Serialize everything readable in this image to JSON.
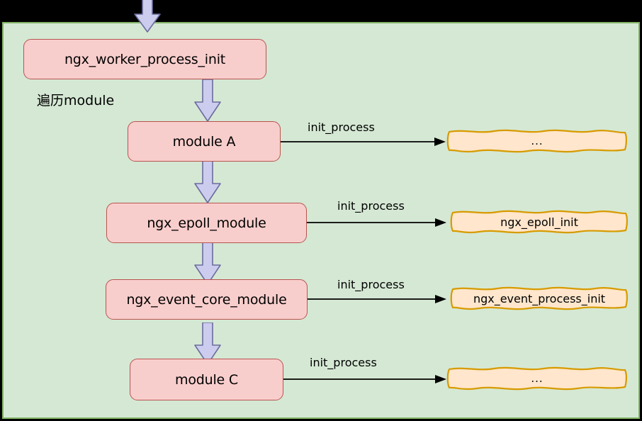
{
  "diagram": {
    "title": "nginx worker process module init_process flow",
    "colors": {
      "background": "#000000",
      "panel_fill": "#d5e8d4",
      "panel_border": "#82b366",
      "process_fill": "#f8cecc",
      "process_border": "#b85450",
      "callback_fill": "#ffe6cc",
      "callback_border": "#d79b00",
      "block_arrow_fill": "#ccccee",
      "block_arrow_border": "#6c6c9e",
      "connector": "#000000",
      "text": "#000000"
    },
    "note": {
      "iterate_modules": "遍历module"
    },
    "nodes": [
      {
        "id": "worker_init",
        "label": "ngx_worker_process_init",
        "kind": "process"
      },
      {
        "id": "module_a",
        "label": "module A",
        "kind": "process"
      },
      {
        "id": "epoll_module",
        "label": "ngx_epoll_module",
        "kind": "process"
      },
      {
        "id": "event_core_module",
        "label": "ngx_event_core_module",
        "kind": "process"
      },
      {
        "id": "module_c",
        "label": "module C",
        "kind": "process"
      },
      {
        "id": "cb_a",
        "label": "...",
        "kind": "callback"
      },
      {
        "id": "cb_epoll",
        "label": "ngx_epoll_init",
        "kind": "callback"
      },
      {
        "id": "cb_event",
        "label": "ngx_event_process_init",
        "kind": "callback"
      },
      {
        "id": "cb_c",
        "label": "...",
        "kind": "callback"
      }
    ],
    "edges": [
      {
        "id": "e_entry",
        "from": "entry",
        "to": "worker_init",
        "label": "",
        "style": "block-arrow-down"
      },
      {
        "id": "e_w_a",
        "from": "worker_init",
        "to": "module_a",
        "label": "",
        "style": "block-arrow-down"
      },
      {
        "id": "e_a_e",
        "from": "module_a",
        "to": "epoll_module",
        "label": "",
        "style": "block-arrow-down"
      },
      {
        "id": "e_e_c",
        "from": "epoll_module",
        "to": "event_core_module",
        "label": "",
        "style": "block-arrow-down"
      },
      {
        "id": "e_c_mc",
        "from": "event_core_module",
        "to": "module_c",
        "label": "",
        "style": "block-arrow-down"
      },
      {
        "id": "e_a_cb",
        "from": "module_a",
        "to": "cb_a",
        "label": "init_process",
        "style": "line-arrow-right"
      },
      {
        "id": "e_ep_cb",
        "from": "epoll_module",
        "to": "cb_epoll",
        "label": "init_process",
        "style": "line-arrow-right"
      },
      {
        "id": "e_ev_cb",
        "from": "event_core_module",
        "to": "cb_event",
        "label": "init_process",
        "style": "line-arrow-right"
      },
      {
        "id": "e_mc_cb",
        "from": "module_c",
        "to": "cb_c",
        "label": "init_process",
        "style": "line-arrow-right"
      }
    ]
  }
}
